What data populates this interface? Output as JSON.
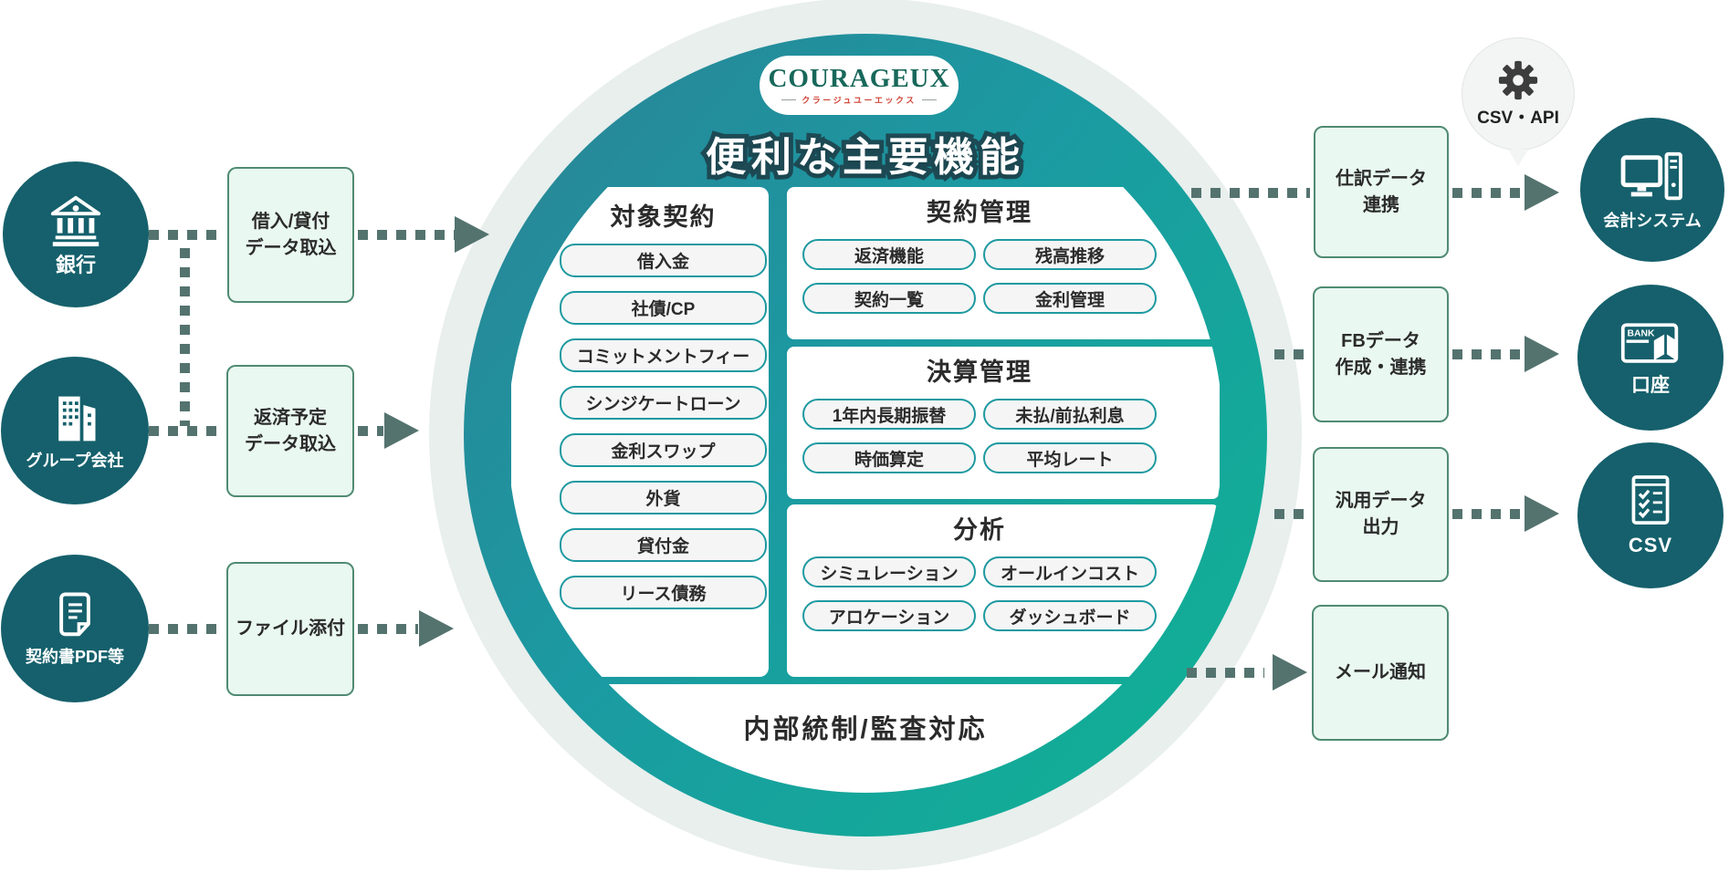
{
  "colors": {
    "ring-a": "#2b8295",
    "ring-b": "#1b9aa2",
    "ring-c": "#0eb493",
    "halo": "#e8efed",
    "node": "#15606c",
    "mint": "#e9f8f1",
    "mint-border": "#4f8b72",
    "pill-border": "#1d99a0",
    "dot": "#54736f",
    "ink": "#2b2b2b"
  },
  "logo": {
    "brand": "COURAGEUX",
    "reading": "クラージュユーエックス"
  },
  "hub": {
    "title": "便利な主要機能",
    "footer": "内部統制/監査対応",
    "target_contracts": {
      "title": "対象契約",
      "items": [
        "借入金",
        "社債/CP",
        "コミットメントフィー",
        "シンジケートローン",
        "金利スワップ",
        "外貨",
        "貸付金",
        "リース債務"
      ]
    },
    "contract_mgmt": {
      "title": "契約管理",
      "items": [
        "返済機能",
        "残高推移",
        "契約一覧",
        "金利管理"
      ]
    },
    "closing_mgmt": {
      "title": "決算管理",
      "items": [
        "1年内長期振替",
        "未払/前払利息",
        "時価算定",
        "平均レート"
      ]
    },
    "analysis": {
      "title": "分析",
      "items": [
        "シミュレーション",
        "オールインコスト",
        "アロケーション",
        "ダッシュボード"
      ]
    }
  },
  "inputs": {
    "sources": [
      {
        "label": "銀行"
      },
      {
        "label": "グループ会社"
      },
      {
        "label": "契約書PDF等"
      }
    ],
    "boxes": [
      {
        "label": "借入/貸付\nデータ取込"
      },
      {
        "label": "返済予定\nデータ取込"
      },
      {
        "label": "ファイル添付"
      }
    ]
  },
  "outputs": {
    "boxes": [
      {
        "label": "仕訳データ\n連携"
      },
      {
        "label": "FBデータ\n作成・連携"
      },
      {
        "label": "汎用データ\n出力"
      },
      {
        "label": "メール通知"
      }
    ],
    "targets": [
      {
        "label": "会計システム"
      },
      {
        "label": "口座",
        "badge": "BANK"
      },
      {
        "label": "CSV"
      }
    ],
    "bubble": {
      "label": "CSV・API"
    }
  }
}
